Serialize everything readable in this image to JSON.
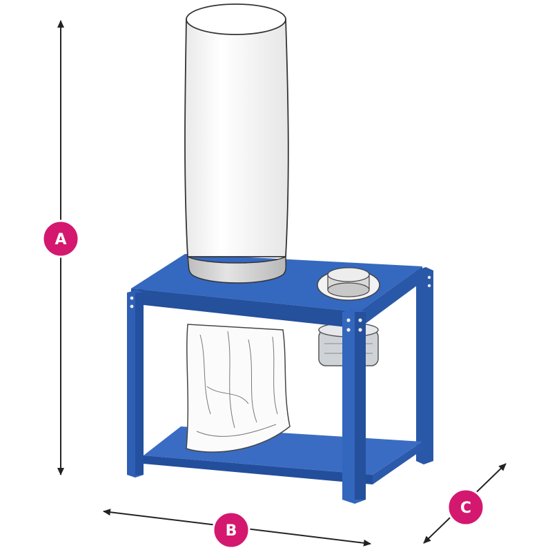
{
  "figure": {
    "labels": {
      "height": "A",
      "width": "B",
      "depth": "C"
    },
    "colors": {
      "frame_blue": "#2e5fb5",
      "frame_blue_dark": "#1f4a97",
      "frame_blue_light": "#3f73c9",
      "badge_pink": "#d4186f",
      "arrow": "#222222",
      "filter_bag": "#f4f4f4",
      "filter_band": "#cfcfcf",
      "collection_bag": "#fafafa"
    },
    "icons": {
      "dimension_arrow": "double-headed-arrow-icon",
      "badge": "circle-badge-icon"
    }
  }
}
